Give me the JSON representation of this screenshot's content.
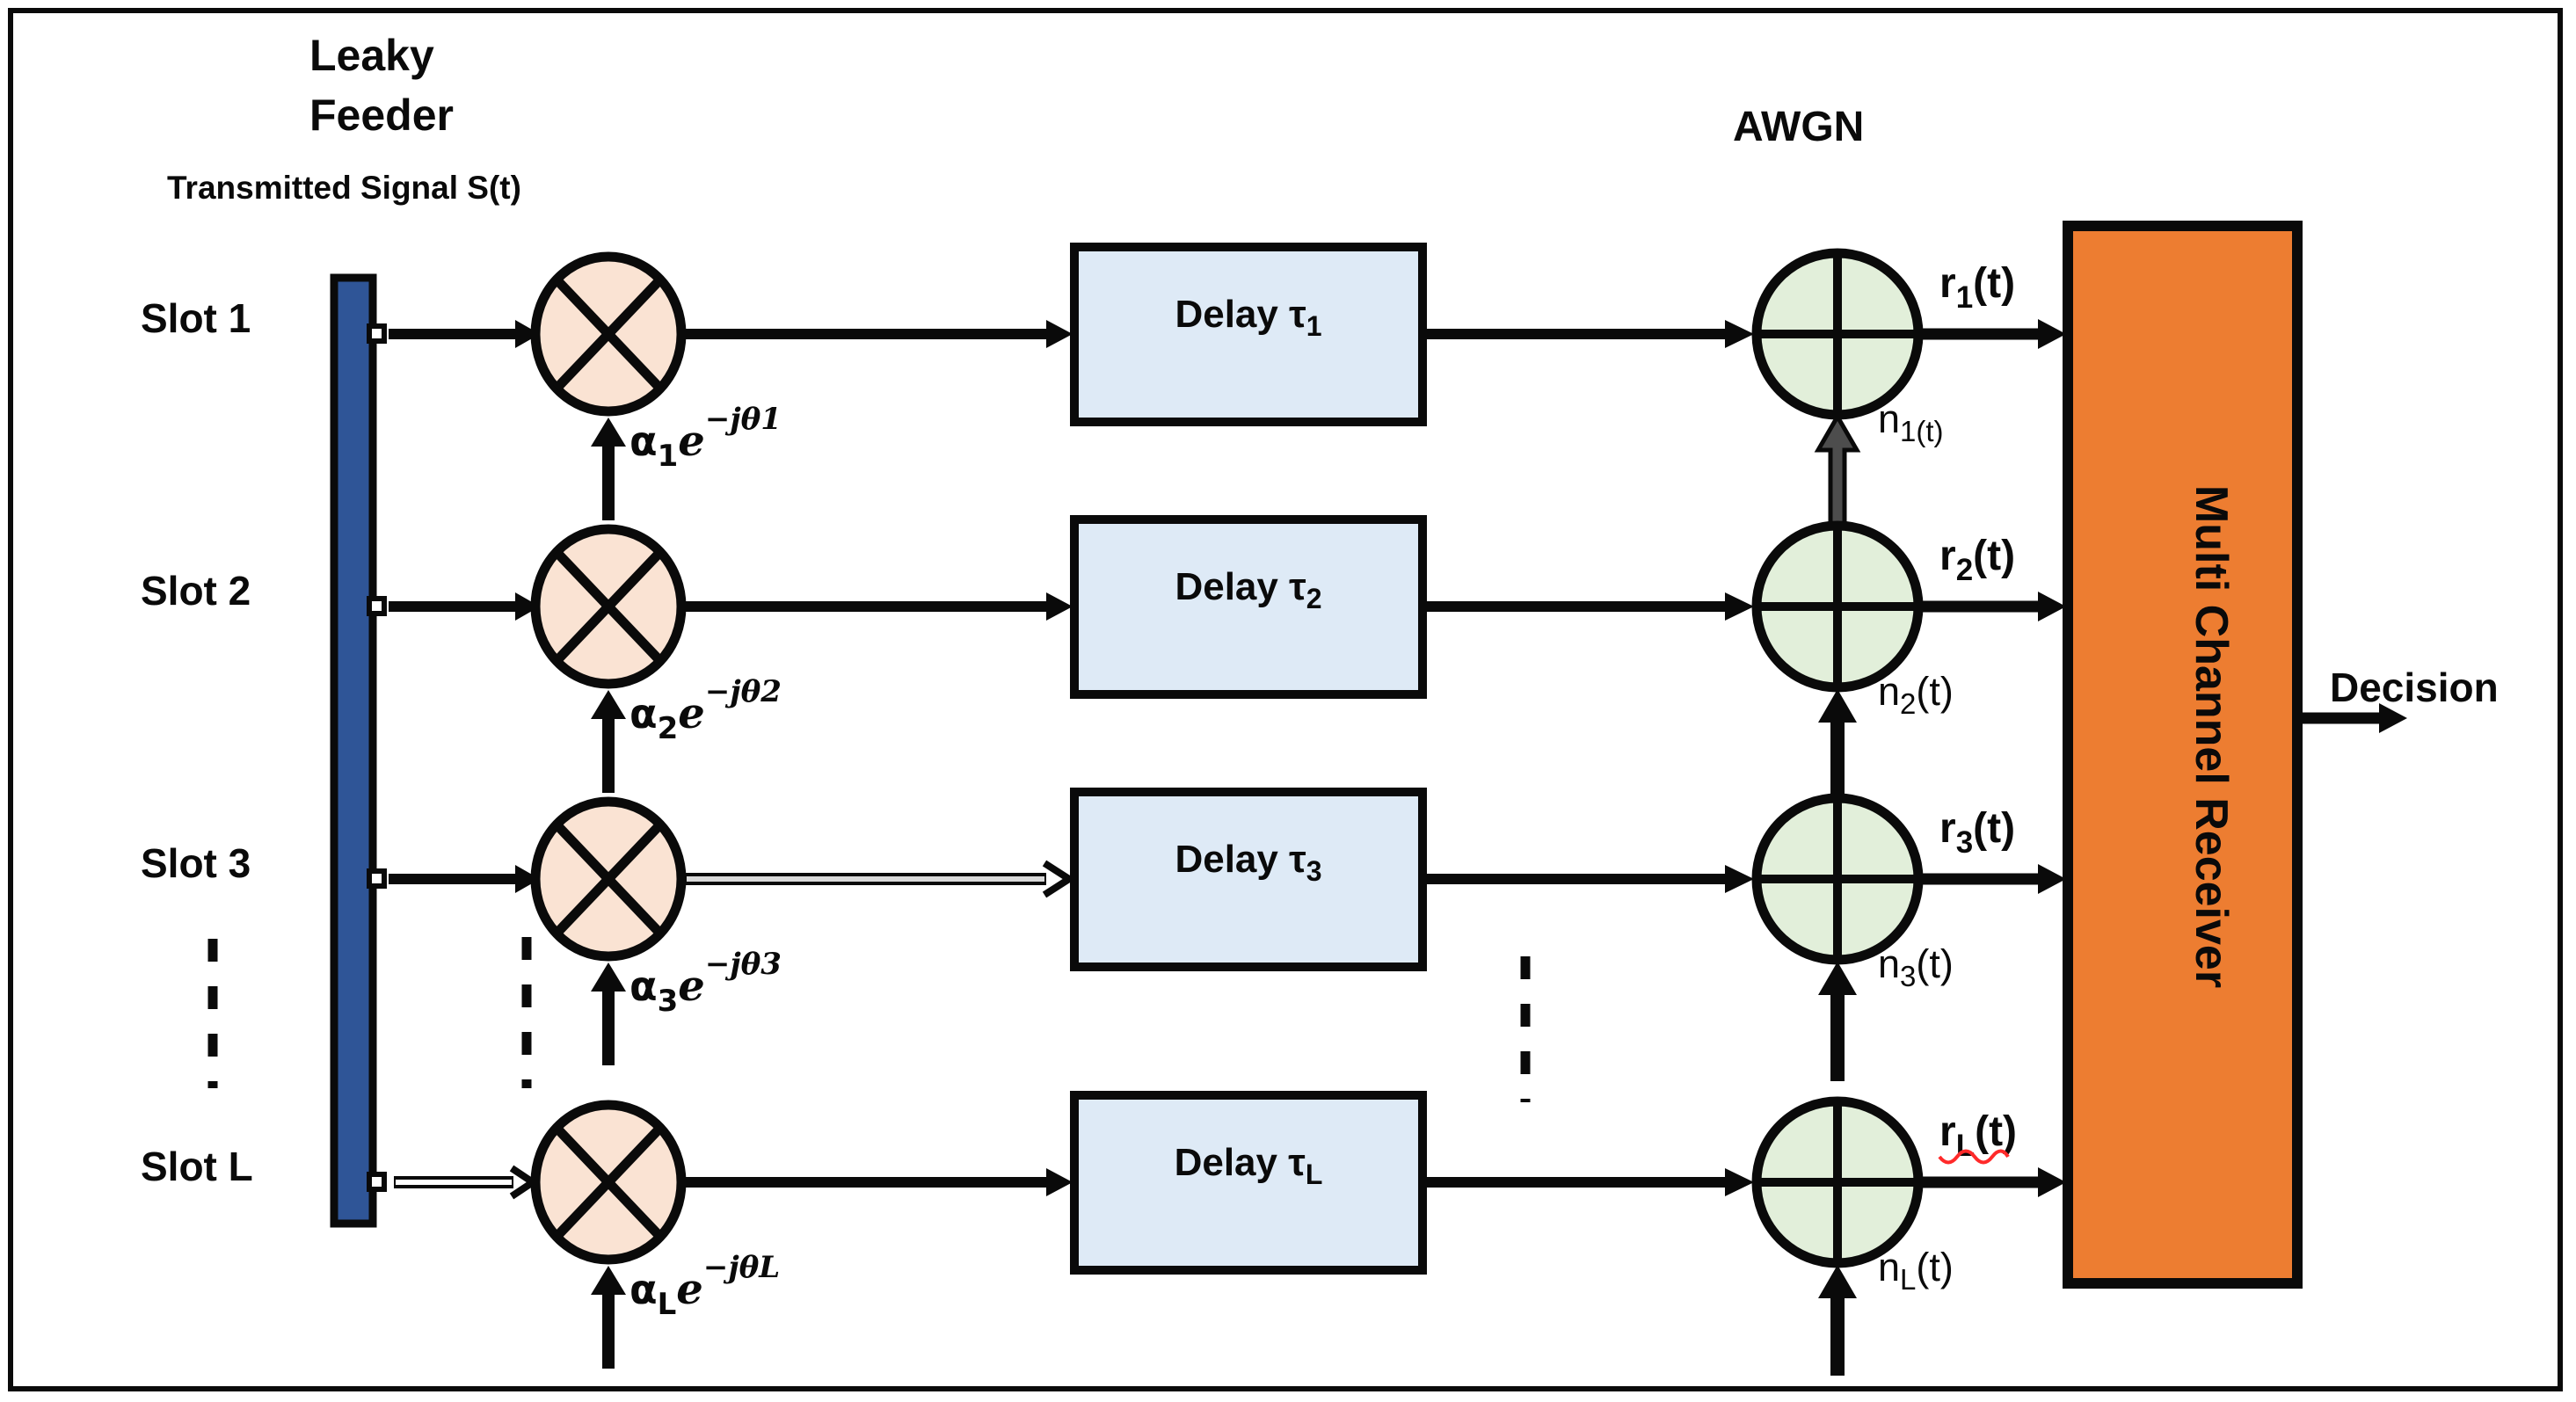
{
  "header": {
    "leaky_line1": "Leaky",
    "leaky_line2": "Feeder",
    "transmitted": "Transmitted Signal S(t)",
    "awgn": "AWGN"
  },
  "receiver": {
    "label": "Multi Channel Receiver"
  },
  "decision": {
    "label": "Decision"
  },
  "colors": {
    "feeder_bar": "#2F5597",
    "multiplier_fill": "#FAE3D3",
    "delay_fill": "#DEEAF6",
    "adder_fill": "#E2EFDA",
    "receiver_fill": "#ED7D31",
    "noise_arrow_gray": "#4D4D4D",
    "ink": "#0a0a0a",
    "squiggle_red": "#FF2A2A",
    "hollow_inner_gray": "#D9D9D9",
    "hollow_inner_white": "#FFFFFF"
  },
  "rows": [
    {
      "slot": "Slot 1",
      "alpha_base": "α",
      "alpha_sub": "1",
      "alpha_e": "e",
      "alpha_exp": "−jθ1",
      "delay_base": "Delay τ",
      "delay_sub": "1",
      "r_base": "r",
      "r_sub": "1",
      "r_paren": "(t)",
      "n_base": "n",
      "n_sub": "1(t)",
      "n_paren": ""
    },
    {
      "slot": "Slot 2",
      "alpha_base": "α",
      "alpha_sub": "2",
      "alpha_e": "e",
      "alpha_exp": "−jθ2",
      "delay_base": "Delay τ",
      "delay_sub": "2",
      "r_base": "r",
      "r_sub": "2",
      "r_paren": "(t)",
      "n_base": "n",
      "n_sub": "2",
      "n_paren": "(t)"
    },
    {
      "slot": "Slot 3",
      "alpha_base": "α",
      "alpha_sub": "3",
      "alpha_e": "e",
      "alpha_exp": "−jθ3",
      "delay_base": "Delay τ",
      "delay_sub": "3",
      "r_base": "r",
      "r_sub": "3",
      "r_paren": "(t)",
      "n_base": "n",
      "n_sub": "3",
      "n_paren": "(t)"
    },
    {
      "slot": "Slot L",
      "alpha_base": "α",
      "alpha_sub": "L",
      "alpha_e": "e",
      "alpha_exp": "−jθL",
      "delay_base": "Delay τ",
      "delay_sub": "L",
      "r_base": "r",
      "r_sub": "L",
      "r_paren": "(t)",
      "n_base": "n",
      "n_sub": "L",
      "n_paren": "(t)"
    }
  ]
}
